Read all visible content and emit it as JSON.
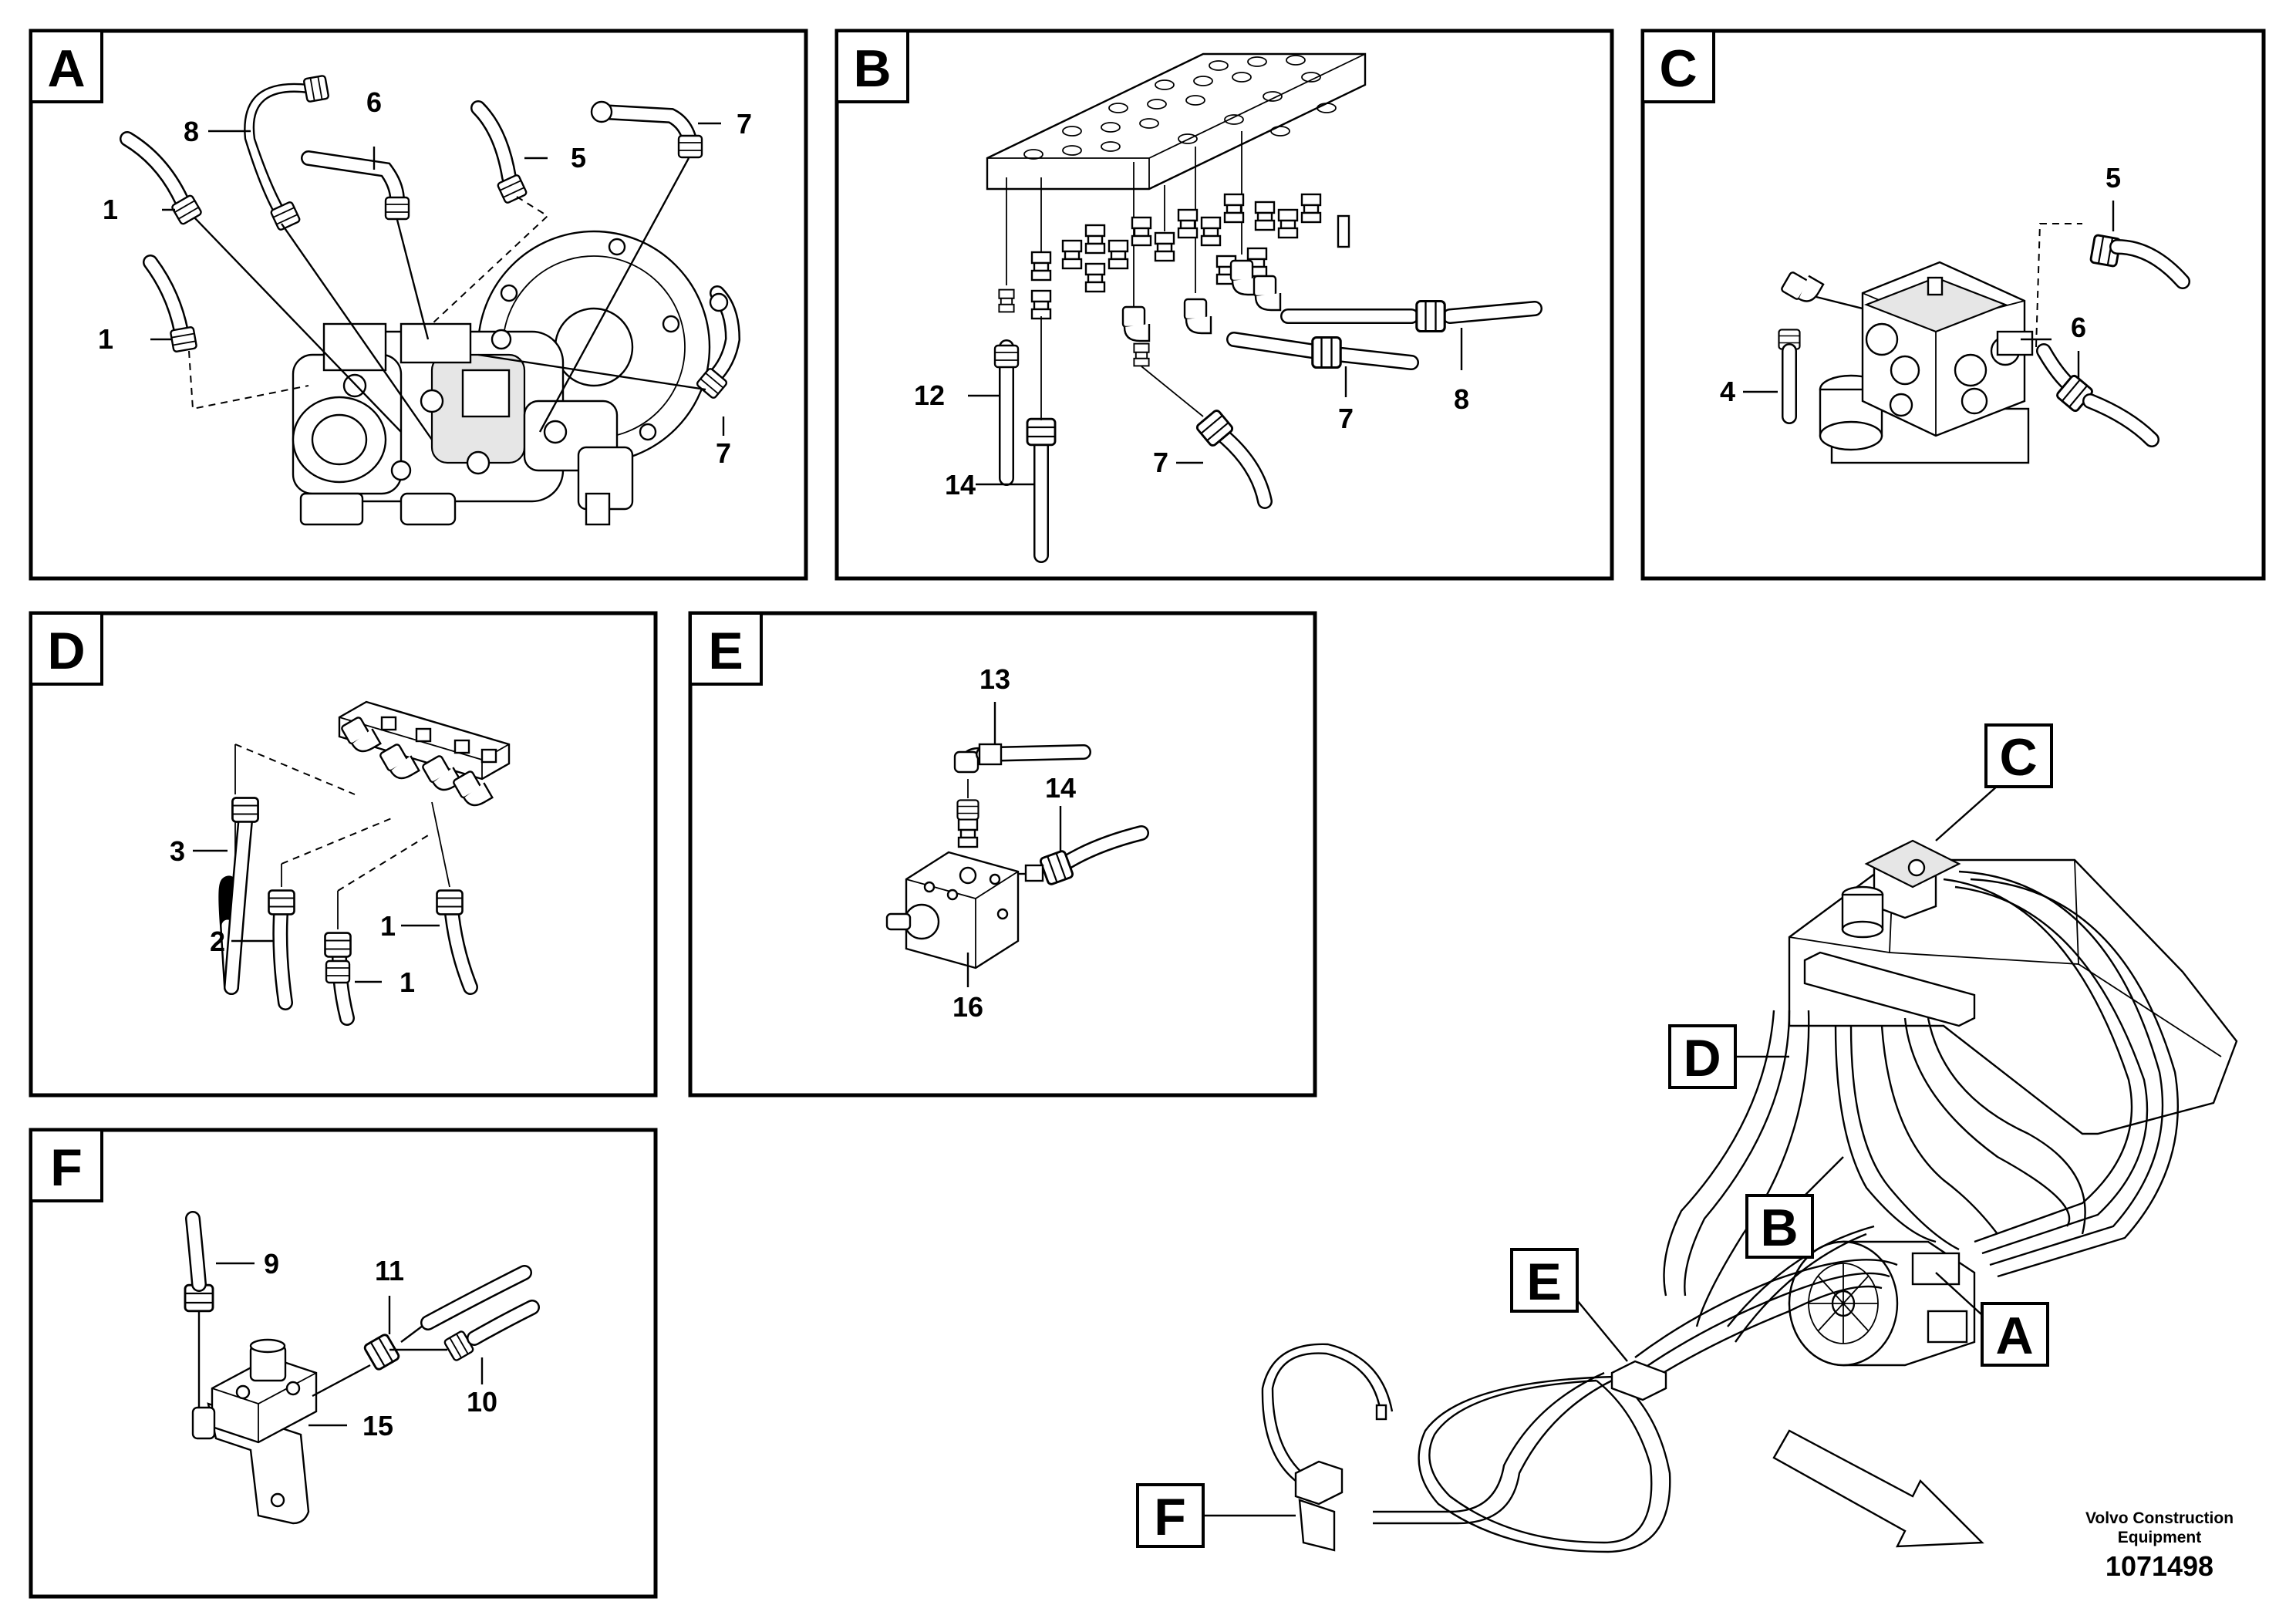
{
  "panels": [
    {
      "id": "A",
      "callouts": [
        "1",
        "1",
        "8",
        "6",
        "5",
        "7",
        "7"
      ]
    },
    {
      "id": "B",
      "callouts": [
        "12",
        "14",
        "7",
        "7",
        "8"
      ]
    },
    {
      "id": "C",
      "callouts": [
        "5",
        "6",
        "4"
      ]
    },
    {
      "id": "D",
      "callouts": [
        "3",
        "2",
        "1",
        "1"
      ]
    },
    {
      "id": "E",
      "callouts": [
        "13",
        "14",
        "16"
      ]
    },
    {
      "id": "F",
      "callouts": [
        "9",
        "11",
        "10",
        "15"
      ]
    }
  ],
  "overview": {
    "tags": [
      "C",
      "D",
      "B",
      "E",
      "A",
      "F"
    ]
  },
  "footer": {
    "company_line1": "Volvo Construction",
    "company_line2": "Equipment",
    "doc_number": "1071498"
  }
}
